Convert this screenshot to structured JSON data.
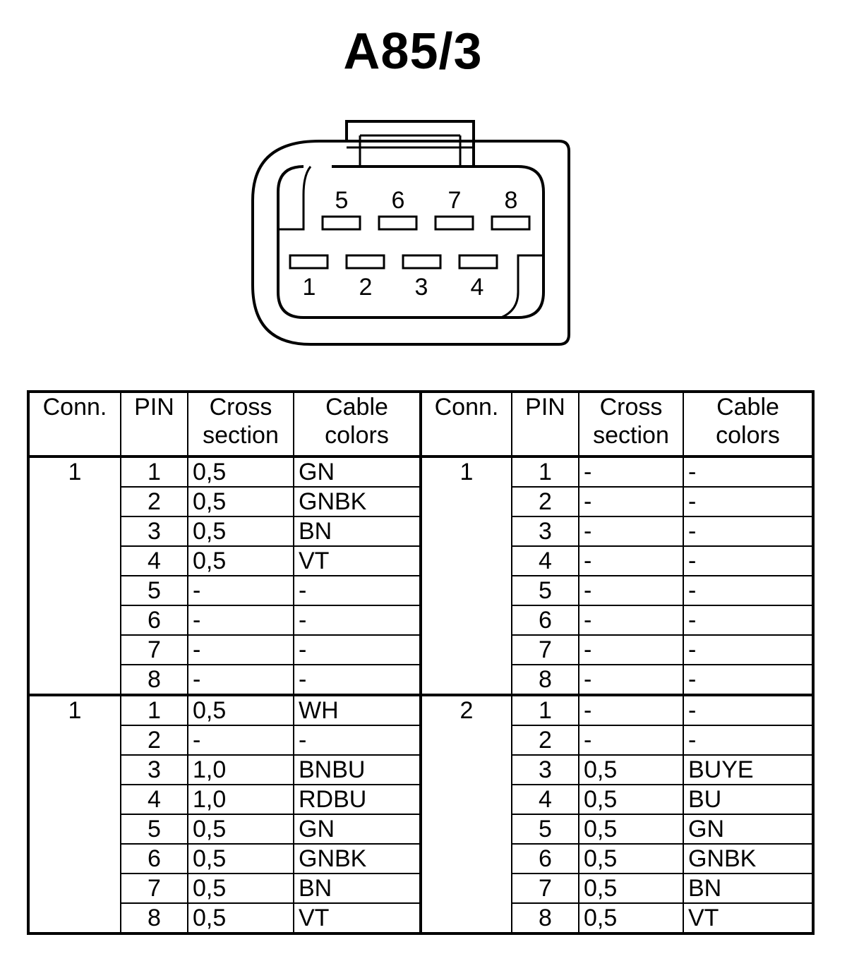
{
  "title": "A85/3",
  "connector": {
    "top_pins": [
      "5",
      "6",
      "7",
      "8"
    ],
    "bottom_pins": [
      "1",
      "2",
      "3",
      "4"
    ]
  },
  "table": {
    "headers": {
      "conn": "Conn.",
      "pin": "PIN",
      "cross_1": "Cross",
      "cross_2": "section",
      "cable_1": "Cable",
      "cable_2": "colors"
    },
    "groups": [
      {
        "left_conn": "1",
        "right_conn": "1",
        "rows": [
          {
            "l_pin": "1",
            "l_cs": "0,5",
            "l_col": "GN",
            "r_pin": "1",
            "r_cs": "-",
            "r_col": "-"
          },
          {
            "l_pin": "2",
            "l_cs": "0,5",
            "l_col": "GNBK",
            "r_pin": "2",
            "r_cs": "-",
            "r_col": "-"
          },
          {
            "l_pin": "3",
            "l_cs": "0,5",
            "l_col": "BN",
            "r_pin": "3",
            "r_cs": "-",
            "r_col": "-"
          },
          {
            "l_pin": "4",
            "l_cs": "0,5",
            "l_col": "VT",
            "r_pin": "4",
            "r_cs": "-",
            "r_col": "-"
          },
          {
            "l_pin": "5",
            "l_cs": "-",
            "l_col": "-",
            "r_pin": "5",
            "r_cs": "-",
            "r_col": "-"
          },
          {
            "l_pin": "6",
            "l_cs": "-",
            "l_col": "-",
            "r_pin": "6",
            "r_cs": "-",
            "r_col": "-"
          },
          {
            "l_pin": "7",
            "l_cs": "-",
            "l_col": "-",
            "r_pin": "7",
            "r_cs": "-",
            "r_col": "-"
          },
          {
            "l_pin": "8",
            "l_cs": "-",
            "l_col": "-",
            "r_pin": "8",
            "r_cs": "-",
            "r_col": "-"
          }
        ]
      },
      {
        "left_conn": "1",
        "right_conn": "2",
        "rows": [
          {
            "l_pin": "1",
            "l_cs": "0,5",
            "l_col": "WH",
            "r_pin": "1",
            "r_cs": "-",
            "r_col": "-"
          },
          {
            "l_pin": "2",
            "l_cs": "-",
            "l_col": "-",
            "r_pin": "2",
            "r_cs": "-",
            "r_col": "-"
          },
          {
            "l_pin": "3",
            "l_cs": "1,0",
            "l_col": "BNBU",
            "r_pin": "3",
            "r_cs": "0,5",
            "r_col": "BUYE"
          },
          {
            "l_pin": "4",
            "l_cs": "1,0",
            "l_col": "RDBU",
            "r_pin": "4",
            "r_cs": "0,5",
            "r_col": "BU"
          },
          {
            "l_pin": "5",
            "l_cs": "0,5",
            "l_col": "GN",
            "r_pin": "5",
            "r_cs": "0,5",
            "r_col": "GN"
          },
          {
            "l_pin": "6",
            "l_cs": "0,5",
            "l_col": "GNBK",
            "r_pin": "6",
            "r_cs": "0,5",
            "r_col": "GNBK"
          },
          {
            "l_pin": "7",
            "l_cs": "0,5",
            "l_col": "BN",
            "r_pin": "7",
            "r_cs": "0,5",
            "r_col": "BN"
          },
          {
            "l_pin": "8",
            "l_cs": "0,5",
            "l_col": "VT",
            "r_pin": "8",
            "r_cs": "0,5",
            "r_col": "VT"
          }
        ]
      }
    ]
  }
}
